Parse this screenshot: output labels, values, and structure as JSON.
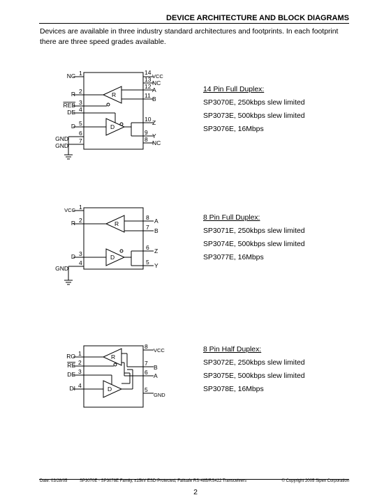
{
  "header": {
    "title": "DEVICE ARCHITECTURE AND BLOCK DIAGRAMS"
  },
  "intro": "Devices are available in three industry standard architectures and footprints. In each footprint there are three speed grades available.",
  "sections": [
    {
      "title": "14 Pin Full Duplex:",
      "lines": [
        "SP3070E, 250kbps slew limited",
        "SP3073E, 500kbps slew limited",
        "SP3076E, 16Mbps"
      ],
      "left_pins": [
        {
          "num": "1",
          "label": "NC"
        },
        {
          "num": "2",
          "label": "R"
        },
        {
          "num": "3",
          "label": "REB"
        },
        {
          "num": "4",
          "label": "DE"
        },
        {
          "num": "5",
          "label": "D"
        },
        {
          "num": "6",
          "label": "GND"
        },
        {
          "num": "7",
          "label": "GND"
        }
      ],
      "right_pins": [
        {
          "num": "14",
          "label": "VCC"
        },
        {
          "num": "13",
          "label": "NC"
        },
        {
          "num": "12",
          "label": "A"
        },
        {
          "num": "11",
          "label": "B"
        },
        {
          "num": "10",
          "label": "Z"
        },
        {
          "num": "9",
          "label": "Y"
        },
        {
          "num": "8",
          "label": "NC"
        }
      ],
      "receiver": "R",
      "driver": "D"
    },
    {
      "title": "8 Pin Full Duplex:",
      "lines": [
        "SP3071E, 250kbps slew limited",
        "SP3074E, 500kbps slew limited",
        "SP3077E, 16Mbps"
      ],
      "left_pins": [
        {
          "num": "1",
          "label": "VCC"
        },
        {
          "num": "2",
          "label": "R"
        },
        {
          "num": "3",
          "label": "D"
        },
        {
          "num": "4",
          "label": "GND"
        }
      ],
      "right_pins": [
        {
          "num": "8",
          "label": "A"
        },
        {
          "num": "7",
          "label": "B"
        },
        {
          "num": "6",
          "label": "Z"
        },
        {
          "num": "5",
          "label": "Y"
        }
      ],
      "receiver": "R",
      "driver": "D"
    },
    {
      "title": "8 Pin Half Duplex:",
      "lines": [
        "SP3072E, 250kbps slew limited",
        "SP3075E, 500kbps slew limited",
        "SP3078E, 16Mbps"
      ],
      "left_pins": [
        {
          "num": "1",
          "label": "RO"
        },
        {
          "num": "2",
          "label": "RE"
        },
        {
          "num": "3",
          "label": "DE"
        },
        {
          "num": "4",
          "label": "DI"
        }
      ],
      "right_pins": [
        {
          "num": "8",
          "label": "VCC"
        },
        {
          "num": "7",
          "label": "B"
        },
        {
          "num": "6",
          "label": "A"
        },
        {
          "num": "5",
          "label": "GND"
        }
      ],
      "receiver": "R",
      "driver": "D"
    }
  ],
  "footer": {
    "date": "Date: 03/28/05",
    "center": "SP3070E - SP3078E Family, ±15kV ESD-Protected, Failsafe RS-485/RS422 Transceivers",
    "copyright": "© Copyright 2005 Sipex Corporation",
    "page": "2"
  }
}
